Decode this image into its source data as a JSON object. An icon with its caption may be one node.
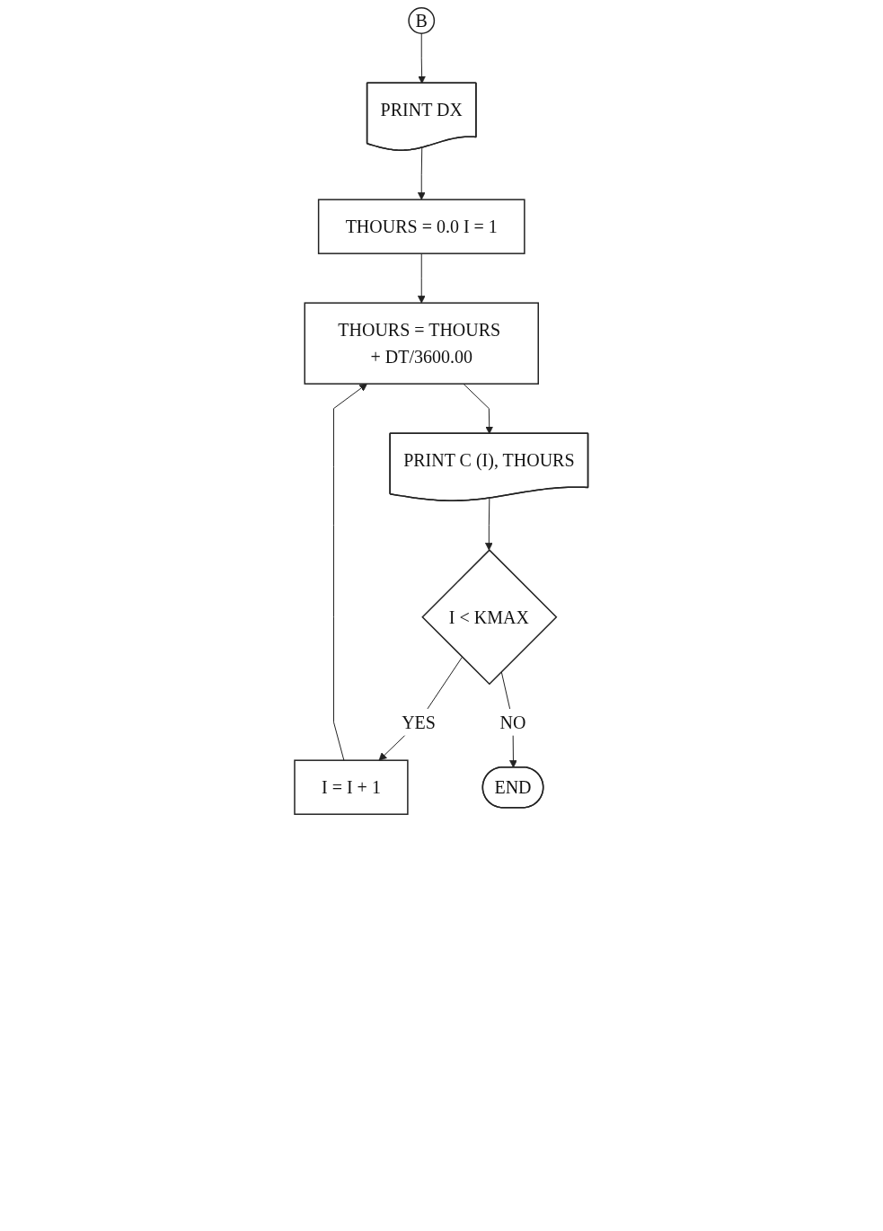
{
  "diagram": {
    "nodes": [
      {
        "text": [
          "B"
        ]
      },
      {
        "text": [
          "PRINT DX"
        ]
      },
      {
        "text": [
          "THOURS = 0.0 I = 1"
        ]
      },
      {
        "text": [
          "THOURS = THOURS + DT/3600.00"
        ]
      },
      {
        "text": [
          "PRINT C (I), THOURS"
        ]
      },
      {
        "text": [
          "I < KMAX"
        ]
      },
      {
        "text": [
          "I = I + 1"
        ]
      },
      {
        "text": [
          "END"
        ]
      }
    ],
    "edges": [
      {
        "from": 0,
        "to": 1,
        "arrow": "to"
      },
      {
        "from": 1,
        "to": 2,
        "arrow": "to"
      },
      {
        "from": 2,
        "to": 3,
        "arrow": "to"
      },
      {
        "from": 3,
        "to": 4,
        "arrow": "to"
      },
      {
        "from": 4,
        "to": 5,
        "arrow": "to"
      },
      {
        "from": 5,
        "to": 6,
        "arrow": "to",
        "label": "YES"
      },
      {
        "from": 6,
        "to": 3,
        "arrow": "to"
      },
      {
        "from": 5,
        "to": 7,
        "arrow": "to",
        "label": "NO"
      }
    ]
  }
}
